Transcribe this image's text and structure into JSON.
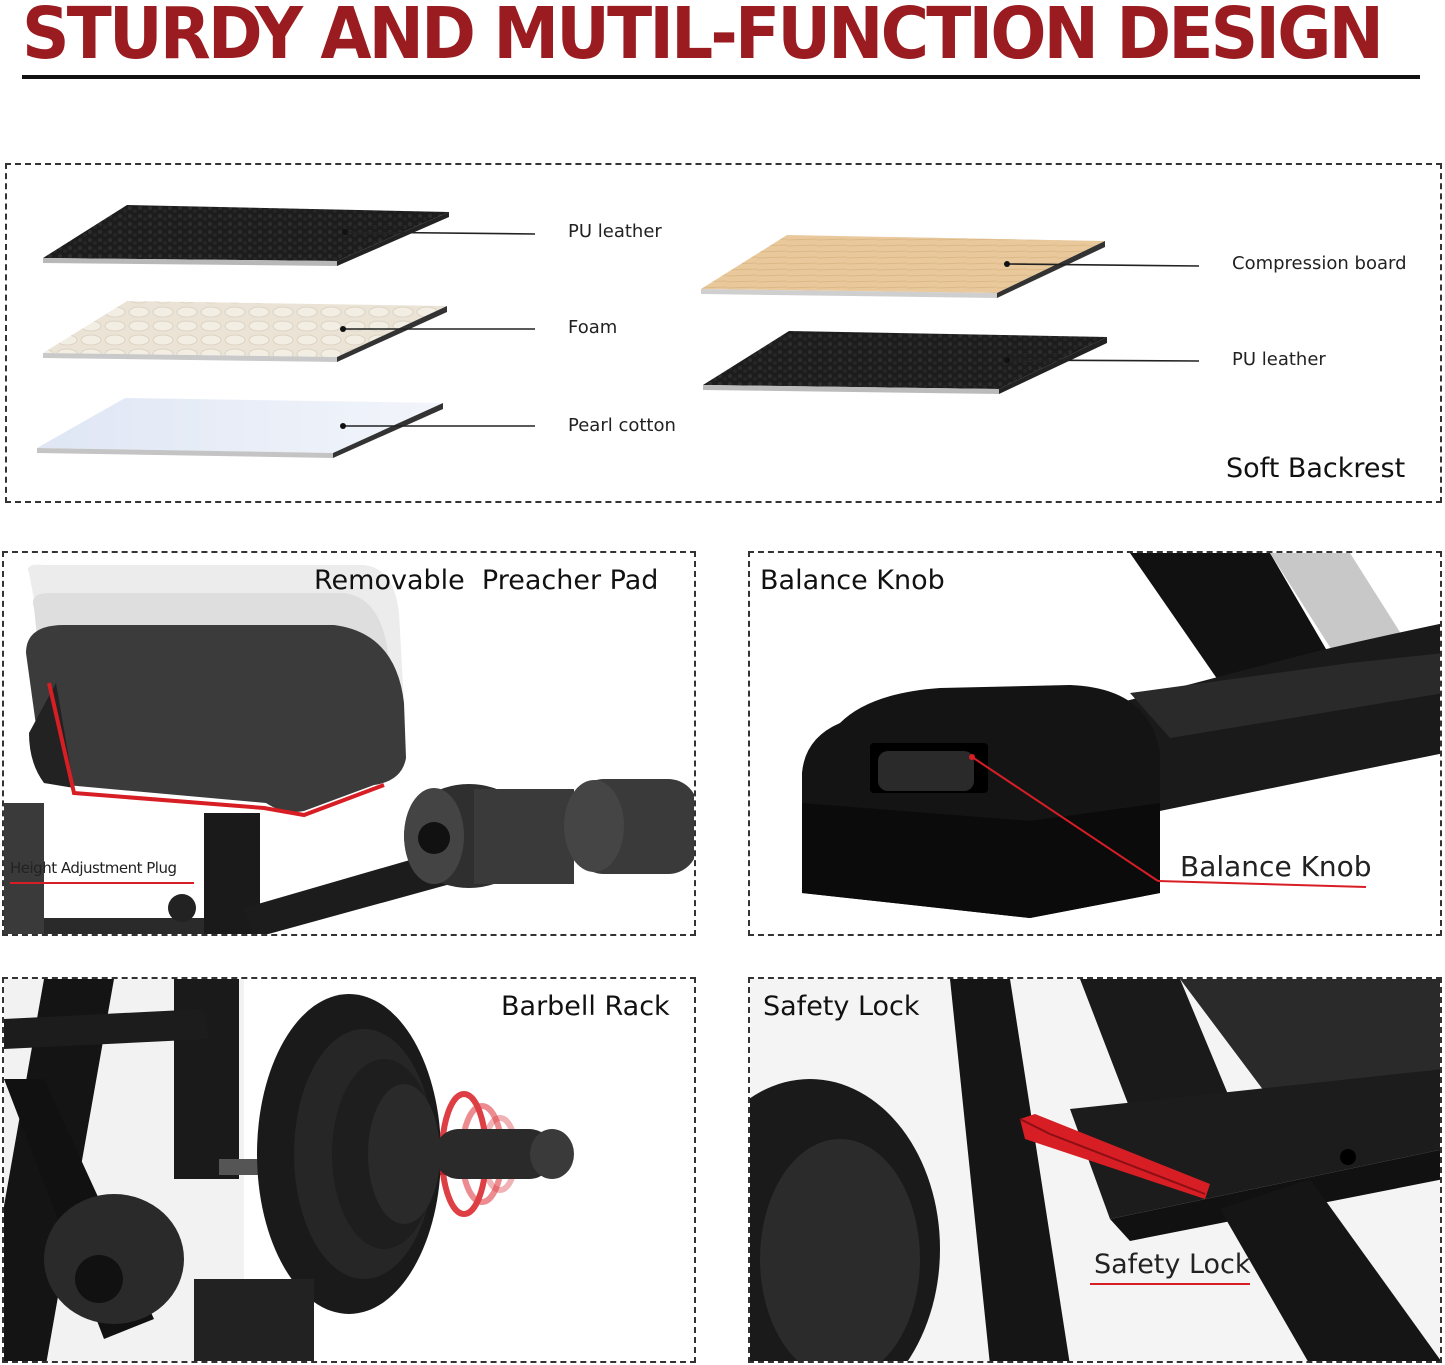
{
  "title": "STURDY AND MUTIL-FUNCTION DESIGN",
  "colors": {
    "title": "#9a1c20",
    "accent_red": "#d81e25"
  },
  "backrest": {
    "heading": "Soft Backrest",
    "left_layers": [
      "PU leather",
      "Foam",
      "Pearl cotton"
    ],
    "right_layers": [
      "Compression board",
      "PU leather"
    ]
  },
  "panels": {
    "preacher": {
      "heading": "Removable  Preacher Pad",
      "callout": "Height Adjustment Plug"
    },
    "balance": {
      "heading": "Balance Knob",
      "callout": "Balance Knob"
    },
    "barbell": {
      "heading": "Barbell Rack"
    },
    "safety": {
      "heading": "Safety Lock",
      "callout": "Safety Lock"
    }
  }
}
